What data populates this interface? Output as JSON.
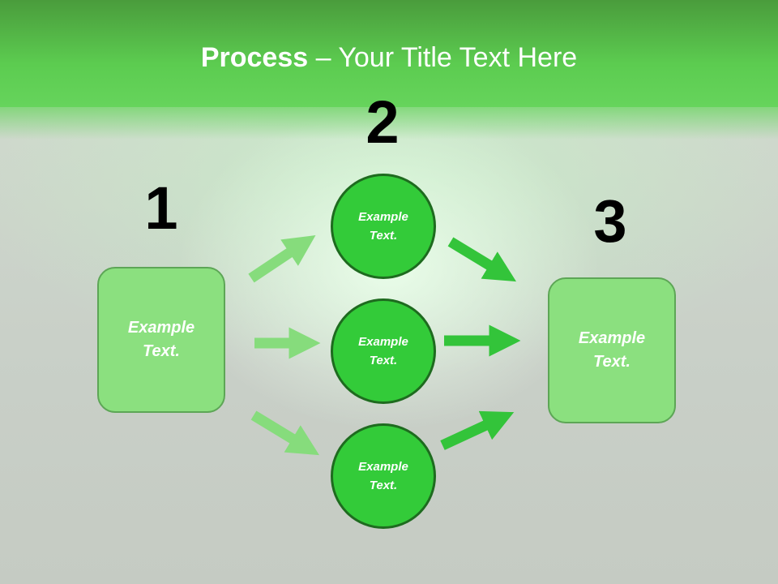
{
  "title": {
    "bold": "Process",
    "rest": " – Your Title Text Here"
  },
  "steps": {
    "one": "1",
    "two": "2",
    "three": "3"
  },
  "box_left": {
    "line1": "Example",
    "line2": "Text."
  },
  "box_right": {
    "line1": "Example",
    "line2": "Text."
  },
  "circles": [
    {
      "line1": "Example",
      "line2": "Text."
    },
    {
      "line1": "Example",
      "line2": "Text."
    },
    {
      "line1": "Example",
      "line2": "Text."
    }
  ],
  "colors": {
    "light_arrow": "#86dc7c",
    "dark_arrow": "#33c43a",
    "circle": "#33cb39",
    "box": "#8be07f"
  }
}
